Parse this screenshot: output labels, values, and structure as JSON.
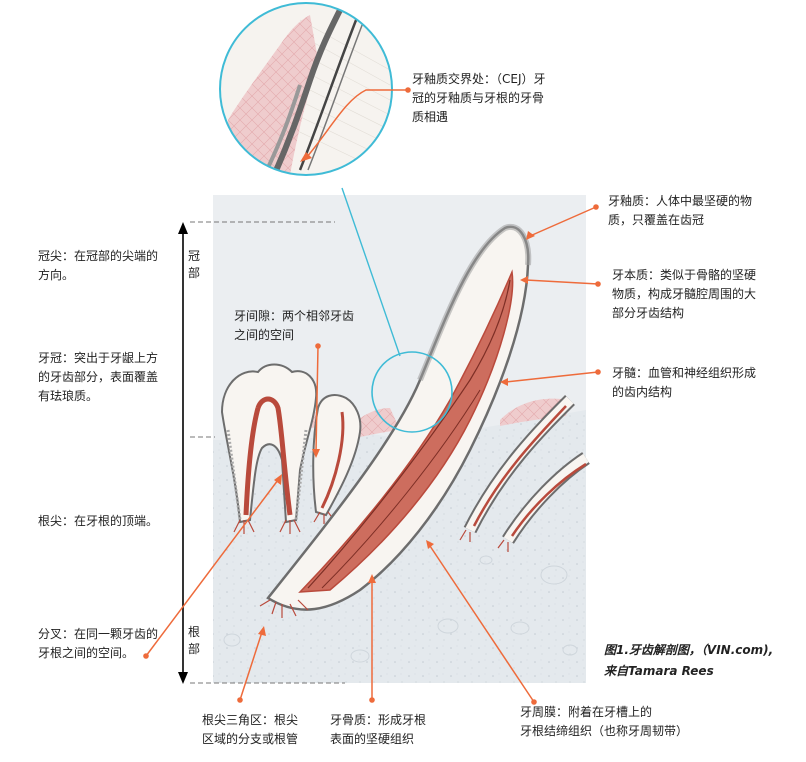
{
  "labels": {
    "cej": "牙釉质交界处：（CEJ）牙\n冠的牙釉质与牙根的牙骨\n质相遇",
    "enamel": "牙釉质：人体中最坚硬的物\n质，只覆盖在齿冠",
    "dentin": "牙本质：类似于骨骼的坚硬\n物质，构成牙髓腔周围的大\n部分牙齿结构",
    "pulp": "牙髓：血管和神经组织形成\n的齿内结构",
    "interdental_space": "牙间隙：两个相邻牙齿\n之间的空间",
    "cusp": "冠尖：在冠部的尖端的\n方向。",
    "crown": "牙冠：突出于牙龈上方\n的牙齿部分，表面覆盖\n有珐琅质。",
    "apex": "根尖：在牙根的顶端。",
    "furcation": "分叉：在同一颗牙齿的\n牙根之间的空间。",
    "apical_delta": "根尖三角区：根尖\n区域的分支或根管",
    "cementum": "牙骨质：形成牙根\n表面的坚硬组织",
    "periodontal_ligament": "牙周膜：附着在牙槽上的\n牙根结缔组织（也称牙周韧带）",
    "crown_section": "冠\n部",
    "root_section": "根\n部"
  },
  "caption": "图1.牙齿解剖图，（VIN.com),\n来自Tamara Rees",
  "colors": {
    "pointer": "#ee6b3b",
    "zoom_ring": "#3fbbd6",
    "panel_bg": "#ebeef1",
    "bone_bg": "#e5eaee",
    "pulp": "#b94a3c",
    "gum": "#efcccd",
    "outline": "#6d6d6d",
    "dentin": "#f8f5f1"
  }
}
